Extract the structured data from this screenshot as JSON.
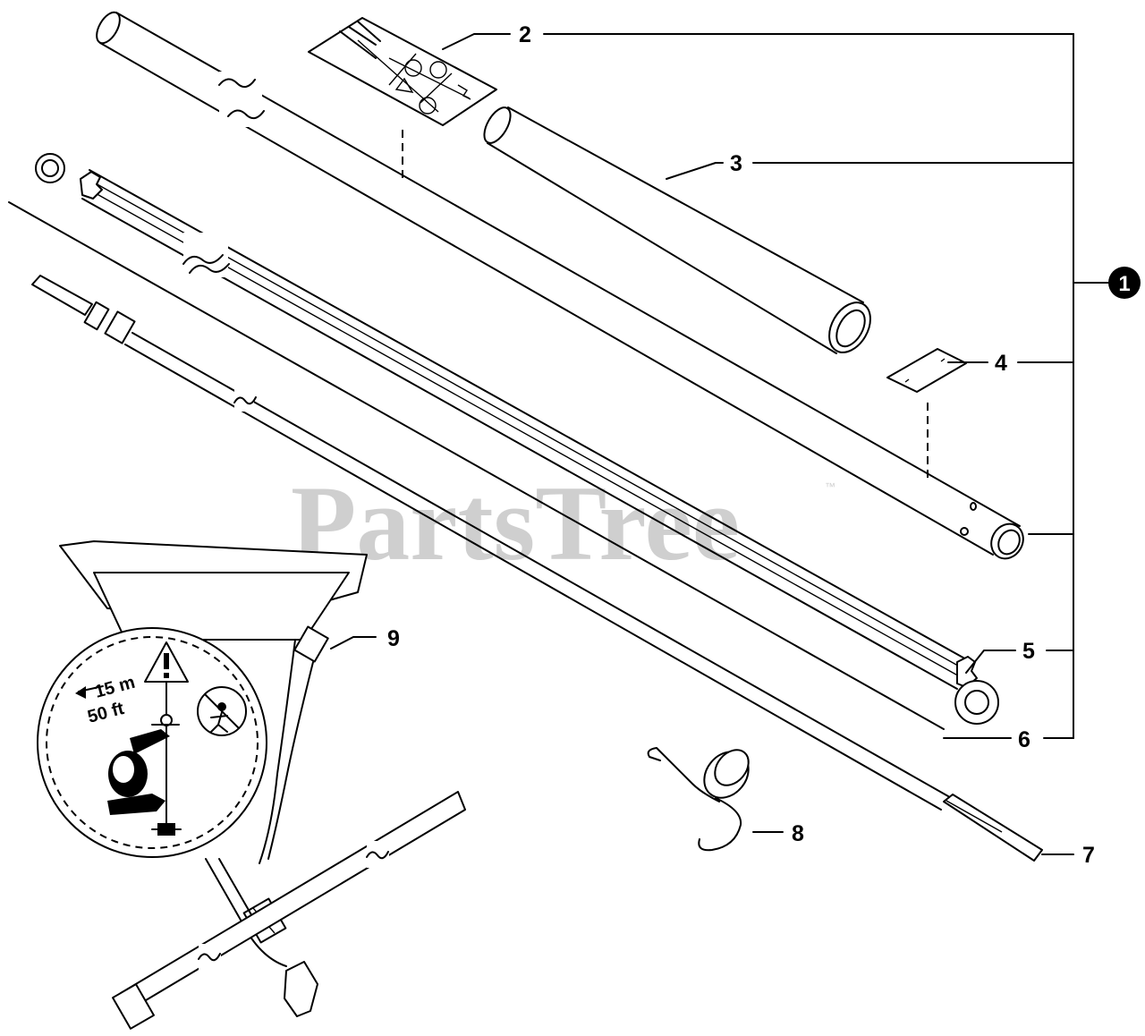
{
  "watermark": {
    "text": "PartsTree",
    "trademark": "™"
  },
  "assembly_callout": {
    "number": "1"
  },
  "callouts": [
    {
      "id": "2",
      "label": "2"
    },
    {
      "id": "3",
      "label": "3"
    },
    {
      "id": "4",
      "label": "4"
    },
    {
      "id": "5",
      "label": "5"
    },
    {
      "id": "6",
      "label": "6"
    },
    {
      "id": "7",
      "label": "7"
    },
    {
      "id": "8",
      "label": "8"
    },
    {
      "id": "9",
      "label": "9"
    }
  ],
  "harness_decal": {
    "distance_metric": "15 m",
    "distance_imperial": "50 ft"
  },
  "colors": {
    "line": "#000000",
    "watermark": "#cfcfcf",
    "background": "#ffffff"
  }
}
